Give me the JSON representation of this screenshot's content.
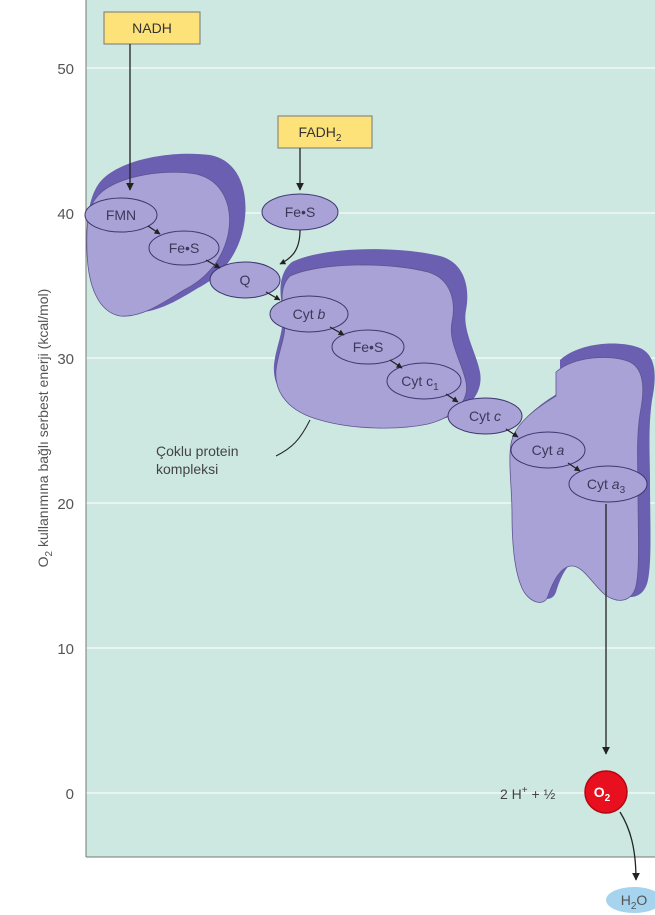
{
  "y_axis": {
    "label_prefix": "O",
    "label_sub": "2",
    "label_rest": " kullanımına bağlı serbest enerji (kcal/mol)",
    "ticks": [
      "50",
      "40",
      "30",
      "20",
      "10",
      "0"
    ]
  },
  "inputs": {
    "nadh": "NADH",
    "fadh_main": "FADH",
    "fadh_sub": "2"
  },
  "carriers": {
    "fmn": "FMN",
    "fes1": "Fe•S",
    "fes_fad": "Fe•S",
    "q": "Q",
    "cytb_main": "Cyt ",
    "cytb_italic": "b",
    "fes2": "Fe•S",
    "cytc1_main": "Cyt c",
    "cytc1_sub": "1",
    "cytc_main": "Cyt ",
    "cytc_italic": "c",
    "cyta_main": "Cyt ",
    "cyta_italic": "a",
    "cyta3_main": "Cyt ",
    "cyta3_italic": "a",
    "cyta3_sub": "3"
  },
  "annotation": {
    "line1": "Çoklu protein",
    "line2": "kompleksi"
  },
  "final": {
    "left_text": "2 H",
    "plus_sup": "+",
    "mid_text": " + ½",
    "o2_main": "O",
    "o2_sub": "2",
    "h2o_main": "H",
    "h2o_sub": "2",
    "h2o_end": "O"
  },
  "colors": {
    "background": "#cde8e1",
    "complex_fill": "#a9a2d6",
    "complex_shadow": "#6a5fb0",
    "input_box": "#fde27a",
    "o2_red": "#e8101e",
    "h2o_blue": "#a6d3ee"
  }
}
